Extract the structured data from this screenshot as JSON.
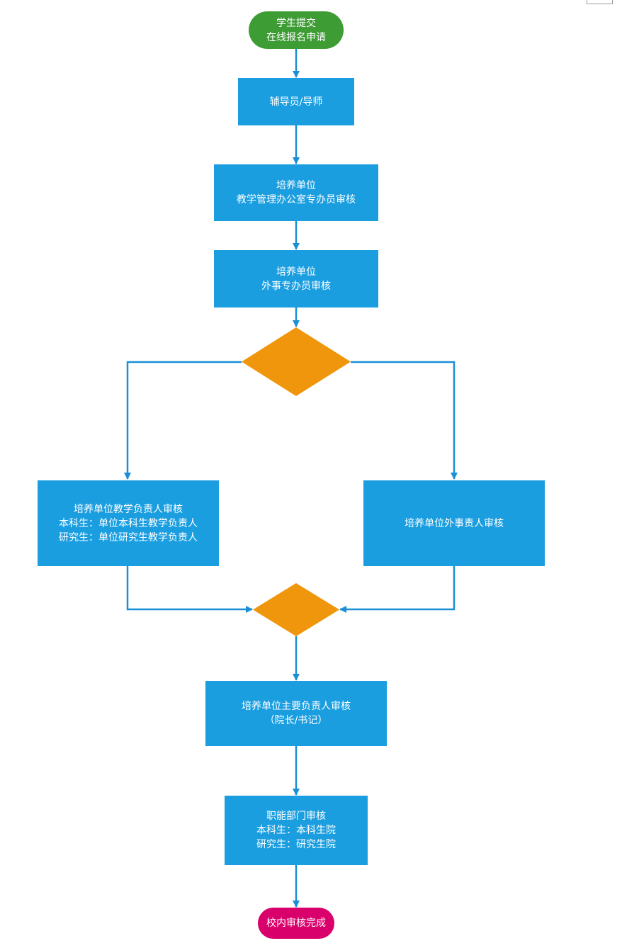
{
  "colors": {
    "process": "#1a9ee0",
    "start": "#3e9c35",
    "end": "#d9006c",
    "decision": "#f0960c",
    "connector": "#1a8fd6",
    "text": "#ffffff"
  },
  "nodes": {
    "start": {
      "lines": [
        "学生提交",
        "在线报名申请"
      ]
    },
    "counselor": {
      "lines": [
        "辅导员/导师"
      ]
    },
    "unit_teaching_office": {
      "lines": [
        "培养单位",
        "教学管理办公室专办员审核"
      ]
    },
    "unit_foreign_affairs": {
      "lines": [
        "培养单位",
        "外事专办员审核"
      ]
    },
    "teaching_head_review": {
      "lines": [
        "培养单位教学负责人审核",
        "本科生：单位本科生教学负责人",
        "研究生：单位研究生教学负责人"
      ]
    },
    "foreign_affairs_head_review": {
      "lines": [
        "培养单位外事责人审核"
      ]
    },
    "principal_review": {
      "lines": [
        "培养单位主要负责人审核",
        "（院长/书记）"
      ]
    },
    "functional_dept_review": {
      "lines": [
        "职能部门审核",
        "本科生：本科生院",
        "研究生：研究生院"
      ]
    },
    "end": {
      "lines": [
        "校内审核完成"
      ]
    }
  }
}
